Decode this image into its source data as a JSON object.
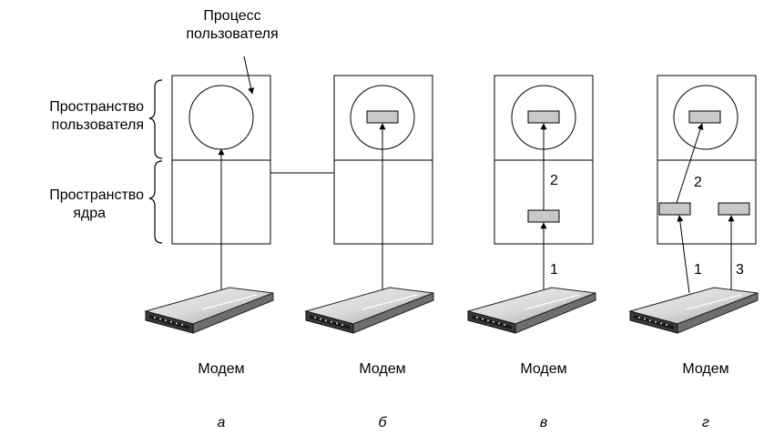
{
  "labels": {
    "user_process_line1": "Процесс",
    "user_process_line2": "пользователя",
    "user_space_line1": "Пространство",
    "user_space_line2": "пользователя",
    "kernel_space_line1": "Пространство",
    "kernel_space_line2": "ядра"
  },
  "panels": [
    {
      "letter": "а",
      "device": "Модем",
      "steps": []
    },
    {
      "letter": "б",
      "device": "Модем",
      "steps": []
    },
    {
      "letter": "в",
      "device": "Модем",
      "steps": [
        "1",
        "2"
      ]
    },
    {
      "letter": "г",
      "device": "Модем",
      "steps": [
        "1",
        "2",
        "3"
      ]
    }
  ],
  "colors": {
    "line": "#000000",
    "buffer_fill": "#c8c8c8",
    "modem_body": "#3a3a3a"
  }
}
